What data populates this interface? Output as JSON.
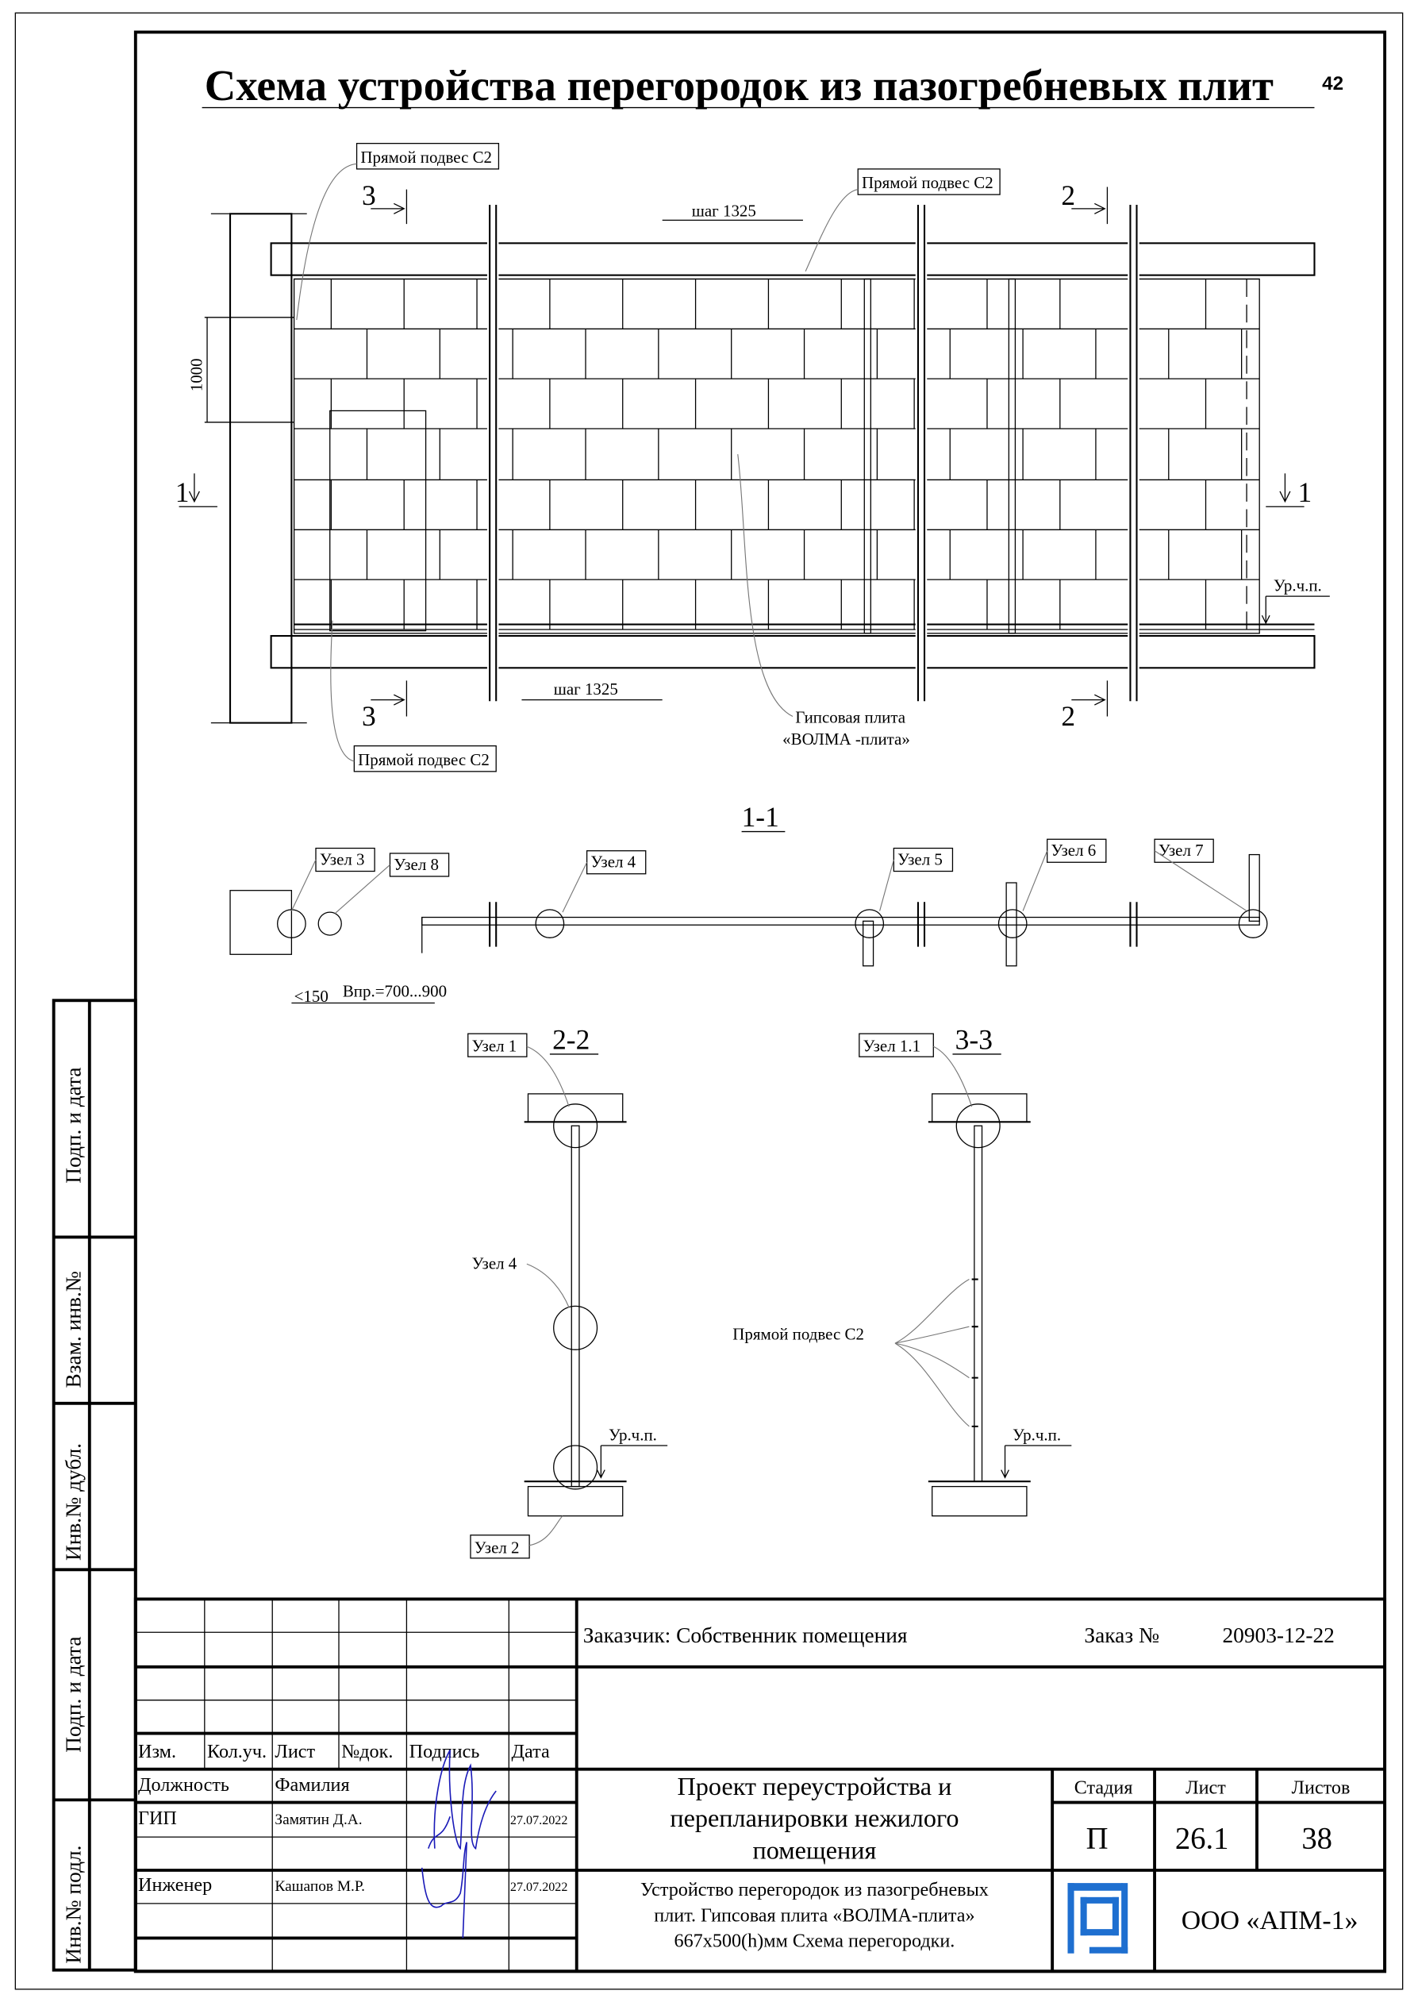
{
  "title": "Схема устройства перегородок из пазогребневых плит",
  "sheet_number": "42",
  "plan": {
    "hanger_label": "Прямой подвес С2",
    "step_label": "шаг 1325",
    "dim_1000": "1000",
    "section_1": "1",
    "section_2": "2",
    "section_3": "3",
    "floor_level": "Ур.ч.п.",
    "plate_label_line1": "Гипсовая плита",
    "plate_label_line2": "«ВОЛМА -плита»"
  },
  "section_1_1": {
    "title": "1-1",
    "nodes": [
      "Узел 3",
      "Узел 8",
      "Узел 4",
      "Узел 5",
      "Узел 6",
      "Узел 7"
    ],
    "dim_max": "<150",
    "opening": "Впр.=700...900"
  },
  "section_2_2": {
    "title": "2-2",
    "node_top": "Узел 1",
    "node_mid": "Узел 4",
    "node_bottom": "Узел 2",
    "floor_level": "Ур.ч.п."
  },
  "section_3_3": {
    "title": "3-3",
    "node_top": "Узел 1.1",
    "hanger_label": "Прямой подвес С2",
    "floor_level": "Ур.ч.п."
  },
  "side_stamp": [
    "Подп. и дата",
    "Взам. инв.№",
    "Инв.№ дубл.",
    "Подп. и дата",
    "Инв.№ подл."
  ],
  "title_block": {
    "customer": "Заказчик: Собственник помещения",
    "order_label": "Заказ №",
    "order_number": "20903-12-22",
    "rev_headers": [
      "Изм.",
      "Кол.уч.",
      "Лист",
      "№док.",
      "Подпись",
      "Дата"
    ],
    "position_header": "Должность",
    "surname_header": "Фамилия",
    "people": [
      {
        "role": "ГИП",
        "name": "Замятин Д.А.",
        "date": "27.07.2022"
      },
      {
        "role": "Инженер",
        "name": "Кашапов М.Р.",
        "date": "27.07.2022"
      }
    ],
    "project_line1": "Проект переустройства и",
    "project_line2": "перепланировки нежилого",
    "project_line3": "помещения",
    "stage_header": "Стадия",
    "sheet_header": "Лист",
    "sheets_header": "Листов",
    "stage": "П",
    "sheet": "26.1",
    "sheets": "38",
    "description_line1": "Устройство перегородок из пазогребневых",
    "description_line2": "плит. Гипсовая плита «ВОЛМА-плита»",
    "description_line3": "667х500(h)мм Схема перегородки.",
    "company": "ООО «АПМ-1»",
    "logo_color": "#1e6fd0",
    "signature_color": "#1a1ab8"
  }
}
